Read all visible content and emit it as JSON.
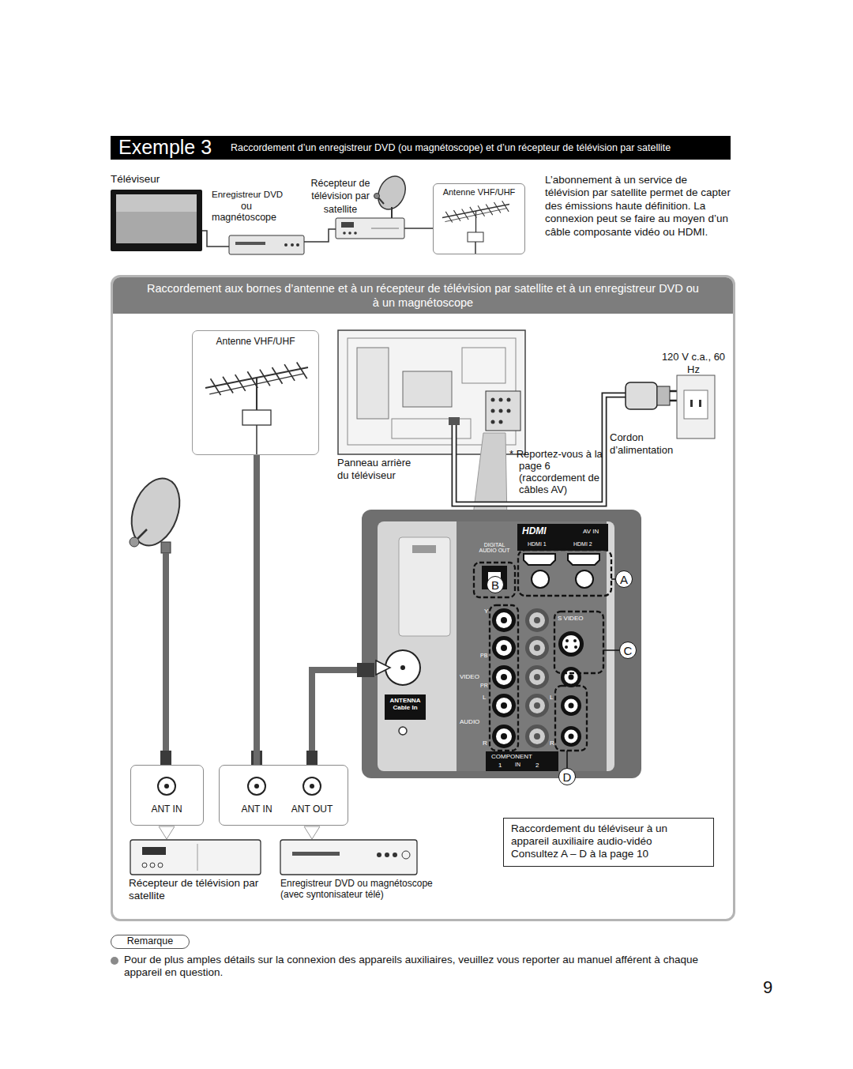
{
  "diagram": {
    "title": "Exemple 3",
    "nodes": [
      {
        "text": [
          "Antenne VHF/UHF"
        ]
      },
      {
        "text": [
          "Raccordement aux bornes d’antenne et à un récepteur de télévision par satellite et à un enregistreur DVD ou à un magnétoscope"
        ]
      },
      {
        "text": [
          "Antenne VHF/UHF"
        ],
        "in": 1
      },
      {
        "text": [
          "ANTENNA Cable In"
        ],
        "in": 1
      },
      {
        "text": [
          "ANT IN"
        ],
        "in": 1
      },
      {
        "text": [
          "ANT IN",
          "ANT OUT"
        ],
        "in": 1
      },
      {
        "text": [
          "Raccordement du téléviseur à un appareil auxiliaire audio-vidéo",
          "Consultez A – D à la page 10"
        ],
        "in": 1
      },
      {
        "text": [
          "Remarque"
        ]
      }
    ],
    "edges": [
      {
        "from": 2,
        "to": 5,
        "arrow": "none"
      }
    ],
    "labels": [
      "Raccordement d’un enregistreur DVD (ou magnétoscope) et d’un récepteur de télévision par satellite",
      "Téléviseur",
      "Enregistreur DVD",
      "ou",
      "magnétoscope",
      "Récepteur de télévision par satellite",
      "L’abonnement à un service de télévision par satellite permet de capter des émissions haute définition. La connexion peut se faire au moyen d’un câble composante vidéo ou HDMI.",
      "120 V c.a., 60 Hz",
      "Cordon d’alimentation",
      "Panneau arrière du téléviseur",
      "* Reportez-vous à la page 6 (raccordement de câbles AV)",
      "HDMI",
      "AV IN",
      "DIGITAL AUDIO OUT",
      "HDMI 1",
      "HDMI 2",
      "A",
      "B",
      "Y",
      "S VIDEO",
      "C",
      "PB",
      "VIDEO",
      "PR",
      "L",
      "L",
      "AUDIO",
      "R",
      "R",
      "COMPONENT",
      "1",
      "IN",
      "2",
      "D",
      "Récepteur de télévision par satellite",
      "Enregistreur DVD ou magnétoscope (avec syntonisateur télé)",
      "Pour de plus amples détails sur la connexion des appareils auxiliaires, veuillez vous reporter au manuel afférent à chaque appareil en question.",
      "9"
    ]
  }
}
